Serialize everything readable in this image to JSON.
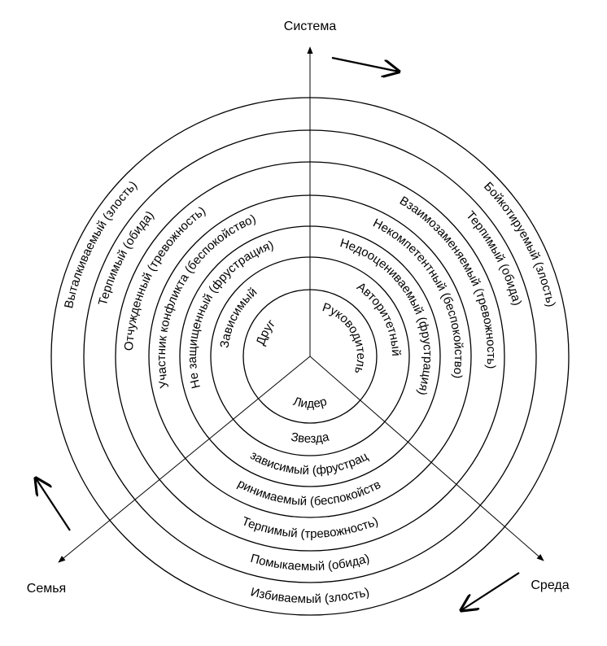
{
  "axes": {
    "top": "Система",
    "bottom_left": "Семья",
    "bottom_right": "Среда"
  },
  "sectors": {
    "left": [
      "Друг",
      "Зависимый",
      "Не защищенный (фрустрация)",
      "Участник конфликта (беспокойство)",
      "Отчужденный (тревожность)",
      "Терпимый (обида)",
      "Выталкиваемый (злость)"
    ],
    "right": [
      "Руководитель",
      "Авторитетный",
      "Недооцениваемый (фрустрация)",
      "Некомпетентный (беспокойство)",
      "Взаимозаменяемый (тревожность)",
      "Терпимый (обида)",
      "Бойкотируемый (злость)"
    ],
    "bottom": [
      "Лидер",
      "Звезда",
      "Независимый (фрустрация)",
      "Принимаемый (беспокойство)",
      "Терпимый (тревожность)",
      "Помыкаемый (обида)",
      "Избиваемый (злость)"
    ]
  }
}
